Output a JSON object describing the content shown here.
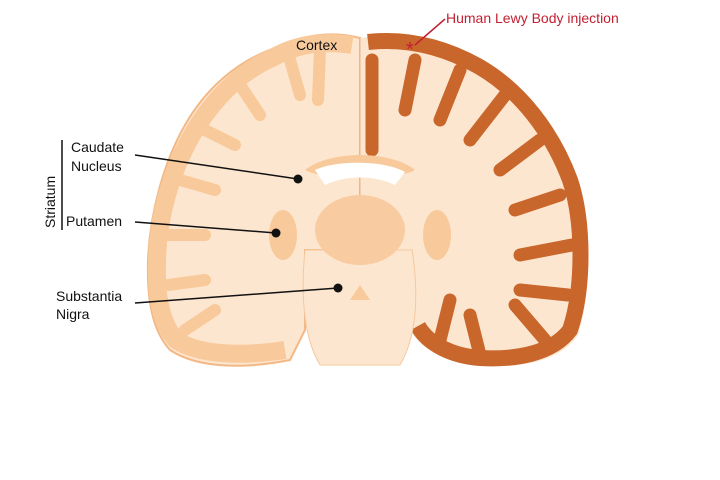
{
  "labels": {
    "cortex": "Cortex",
    "injection": "Human Lewy Body injection",
    "striatum": "Striatum",
    "caudate_line1": "Caudate",
    "caudate_line2": "Nucleus",
    "putamen": "Putamen",
    "substantia_line1": "Substantia",
    "substantia_line2": "Nigra"
  },
  "colors": {
    "tissue_light": "#fde6cf",
    "cortex_light": "#f8c99a",
    "cortex_injected": "#c8662b",
    "injection_marker": "#c22032",
    "leader_line": "#111111"
  }
}
